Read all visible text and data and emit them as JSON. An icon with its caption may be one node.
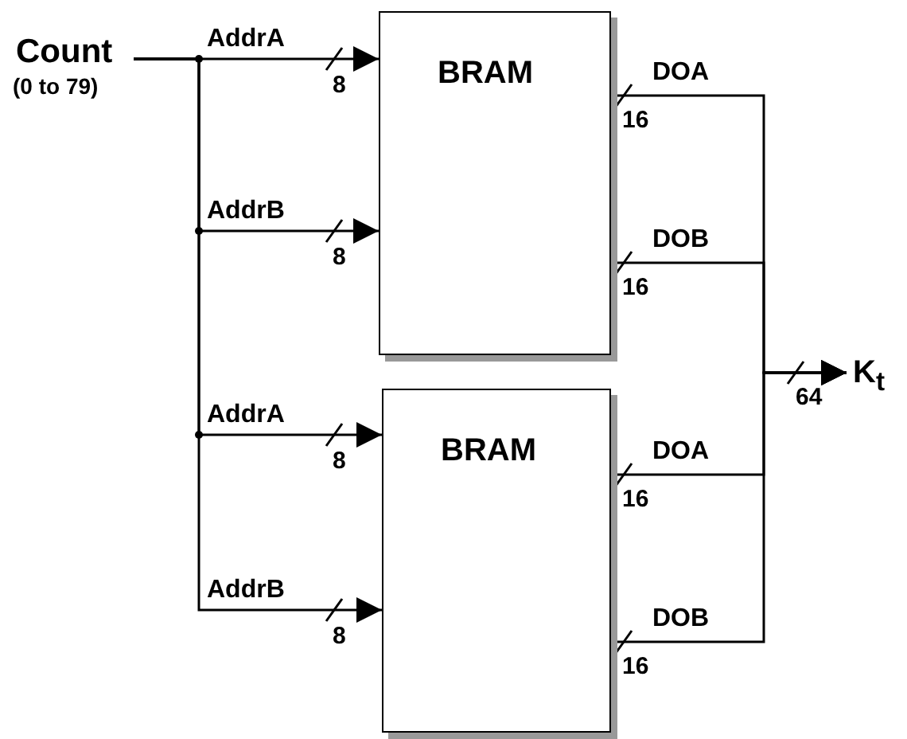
{
  "diagram": {
    "nodes": [
      {
        "text": [
          "Count",
          "(0 to 79)"
        ]
      },
      {
        "text": [
          "BRAM"
        ]
      },
      {
        "text": [
          "BRAM"
        ]
      },
      {
        "text": [
          "K$_{t}$"
        ]
      }
    ],
    "edges": [
      {
        "from": 0,
        "to": 1,
        "arrow": "to",
        "label": "AddrA"
      },
      {
        "from": 0,
        "to": 1,
        "arrow": "to",
        "label": "AddrB"
      },
      {
        "from": 0,
        "to": 2,
        "arrow": "to",
        "label": "AddrA"
      },
      {
        "from": 0,
        "to": 2,
        "arrow": "to",
        "label": "AddrB"
      },
      {
        "from": 1,
        "to": 3,
        "arrow": "to",
        "label": "DOA"
      },
      {
        "from": 1,
        "to": 3,
        "arrow": "to",
        "label": "DOB"
      },
      {
        "from": 2,
        "to": 3,
        "arrow": "to",
        "label": "DOA"
      },
      {
        "from": 2,
        "to": 3,
        "arrow": "to",
        "label": "DOB"
      }
    ],
    "labels": [
      "8",
      "16",
      "8",
      "16",
      "64",
      "8",
      "16",
      "8",
      "16"
    ]
  }
}
